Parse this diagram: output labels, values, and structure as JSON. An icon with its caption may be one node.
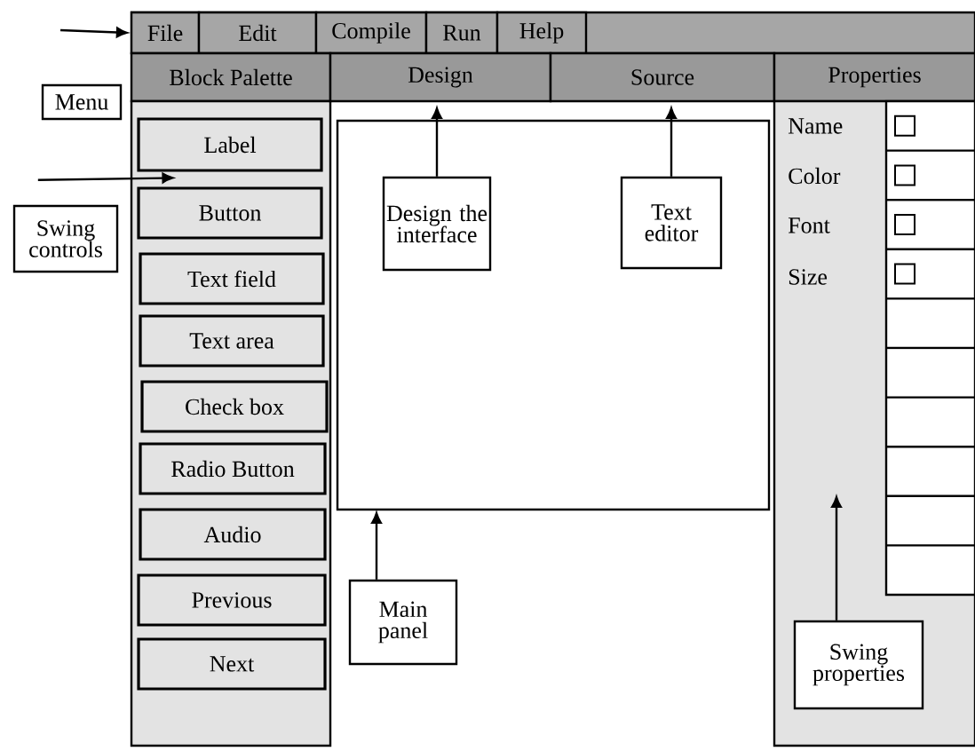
{
  "diagram": {
    "nodes": [
      {
        "text": [
          "File"
        ]
      },
      {
        "text": [
          "Edit"
        ]
      },
      {
        "text": [
          "Compile"
        ]
      },
      {
        "text": [
          "Run"
        ]
      },
      {
        "text": [
          "Help"
        ]
      },
      {
        "text": [
          "Menu"
        ]
      },
      {
        "text": [
          "Block Palette"
        ]
      },
      {
        "text": [],
        "shape": "box"
      },
      {
        "text": [
          "Label"
        ],
        "in": 7
      },
      {
        "text": [
          "Button"
        ],
        "in": 7
      },
      {
        "text": [
          "Text field"
        ],
        "in": 7
      },
      {
        "text": [
          "Text area"
        ],
        "in": 7
      },
      {
        "text": [
          "Check box"
        ],
        "in": 7
      },
      {
        "text": [
          "Radio Button"
        ],
        "in": 7
      },
      {
        "text": [
          "Audio"
        ],
        "in": 7
      },
      {
        "text": [
          "Previous"
        ],
        "in": 7
      },
      {
        "text": [
          "Next"
        ],
        "in": 7
      },
      {
        "text": [
          "Swing controls"
        ]
      },
      {
        "text": [
          "Design"
        ]
      },
      {
        "text": [
          "Source"
        ]
      },
      {
        "text": [],
        "shape": "box"
      },
      {
        "text": [
          "Design the interface"
        ],
        "in": 20
      },
      {
        "text": [
          "Text editor"
        ],
        "in": 20
      },
      {
        "text": [
          "Main panel"
        ]
      },
      {
        "text": [
          "Properties"
        ]
      },
      {
        "text": [],
        "shape": "box"
      },
      {
        "text": [
          "Swing properties"
        ],
        "in": 25
      }
    ],
    "edges": [
      {
        "from": null,
        "to": 0,
        "arrow": "to"
      },
      {
        "from": 17,
        "to": 9,
        "arrow": "to"
      },
      {
        "from": 21,
        "to": 18,
        "arrow": "to"
      },
      {
        "from": 22,
        "to": 19,
        "arrow": "to"
      },
      {
        "from": 23,
        "to": 20,
        "arrow": "to"
      },
      {
        "from": 26,
        "to": null,
        "arrow": "to"
      }
    ],
    "labels": [
      "Name",
      "Color",
      "Font",
      "Size"
    ]
  }
}
